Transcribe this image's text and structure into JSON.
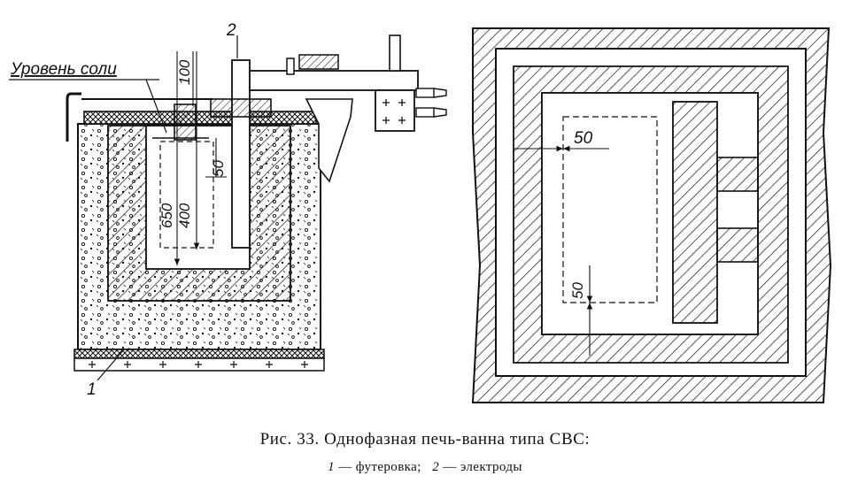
{
  "left_view": {
    "level_label": "Уровень соли",
    "dim_100": "100",
    "dim_650": "650",
    "dim_400": "400",
    "dim_50": "50",
    "callout_lining": "1",
    "callout_electrodes": "2"
  },
  "right_view": {
    "dim_50_horizontal": "50",
    "dim_50_vertical": "50"
  },
  "caption": {
    "title": "Рис. 33. Однофазная печь-ванна типа СВС:",
    "legend_num_1": "1",
    "legend_text_1": "— футеровка;",
    "legend_num_2": "2",
    "legend_text_2": "— электроды"
  },
  "colors": {
    "ink": "#111111",
    "paper": "#ffffff"
  }
}
